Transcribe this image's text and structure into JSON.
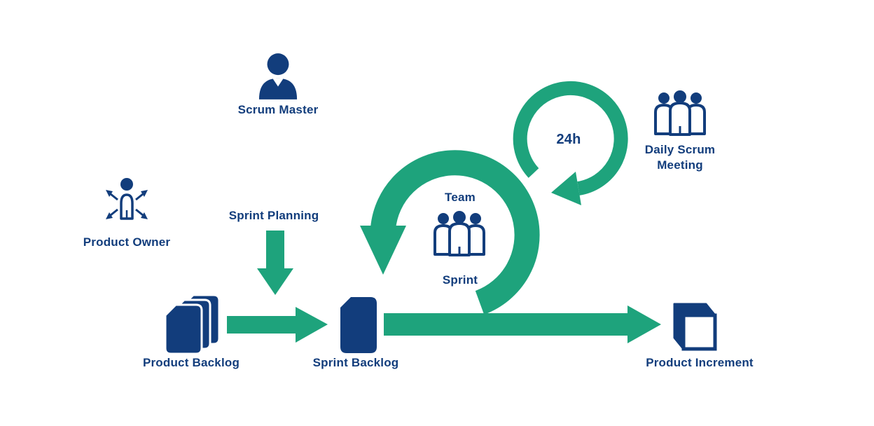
{
  "colors": {
    "navy": "#123D7C",
    "green": "#1EA37C",
    "background": "#FFFFFF"
  },
  "nodes": {
    "scrum_master": {
      "label": "Scrum Master",
      "icon": "person-icon"
    },
    "product_owner": {
      "label": "Product Owner",
      "icon": "person-expand-arrows-icon"
    },
    "sprint_planning": {
      "label": "Sprint Planning",
      "icon": "arrow-down"
    },
    "product_backlog": {
      "label": "Product Backlog",
      "icon": "document-stack-icon"
    },
    "sprint_backlog": {
      "label": "Sprint Backlog",
      "icon": "document-icon"
    },
    "team": {
      "label": "Team",
      "icon": "team-icon"
    },
    "sprint": {
      "label": "Sprint"
    },
    "daily_loop": {
      "label": "24h"
    },
    "daily_scrum_meeting": {
      "label": "Daily Scrum\nMeeting",
      "icon": "team-icon"
    },
    "product_increment": {
      "label": "Product Increment",
      "icon": "cube-icon"
    }
  }
}
